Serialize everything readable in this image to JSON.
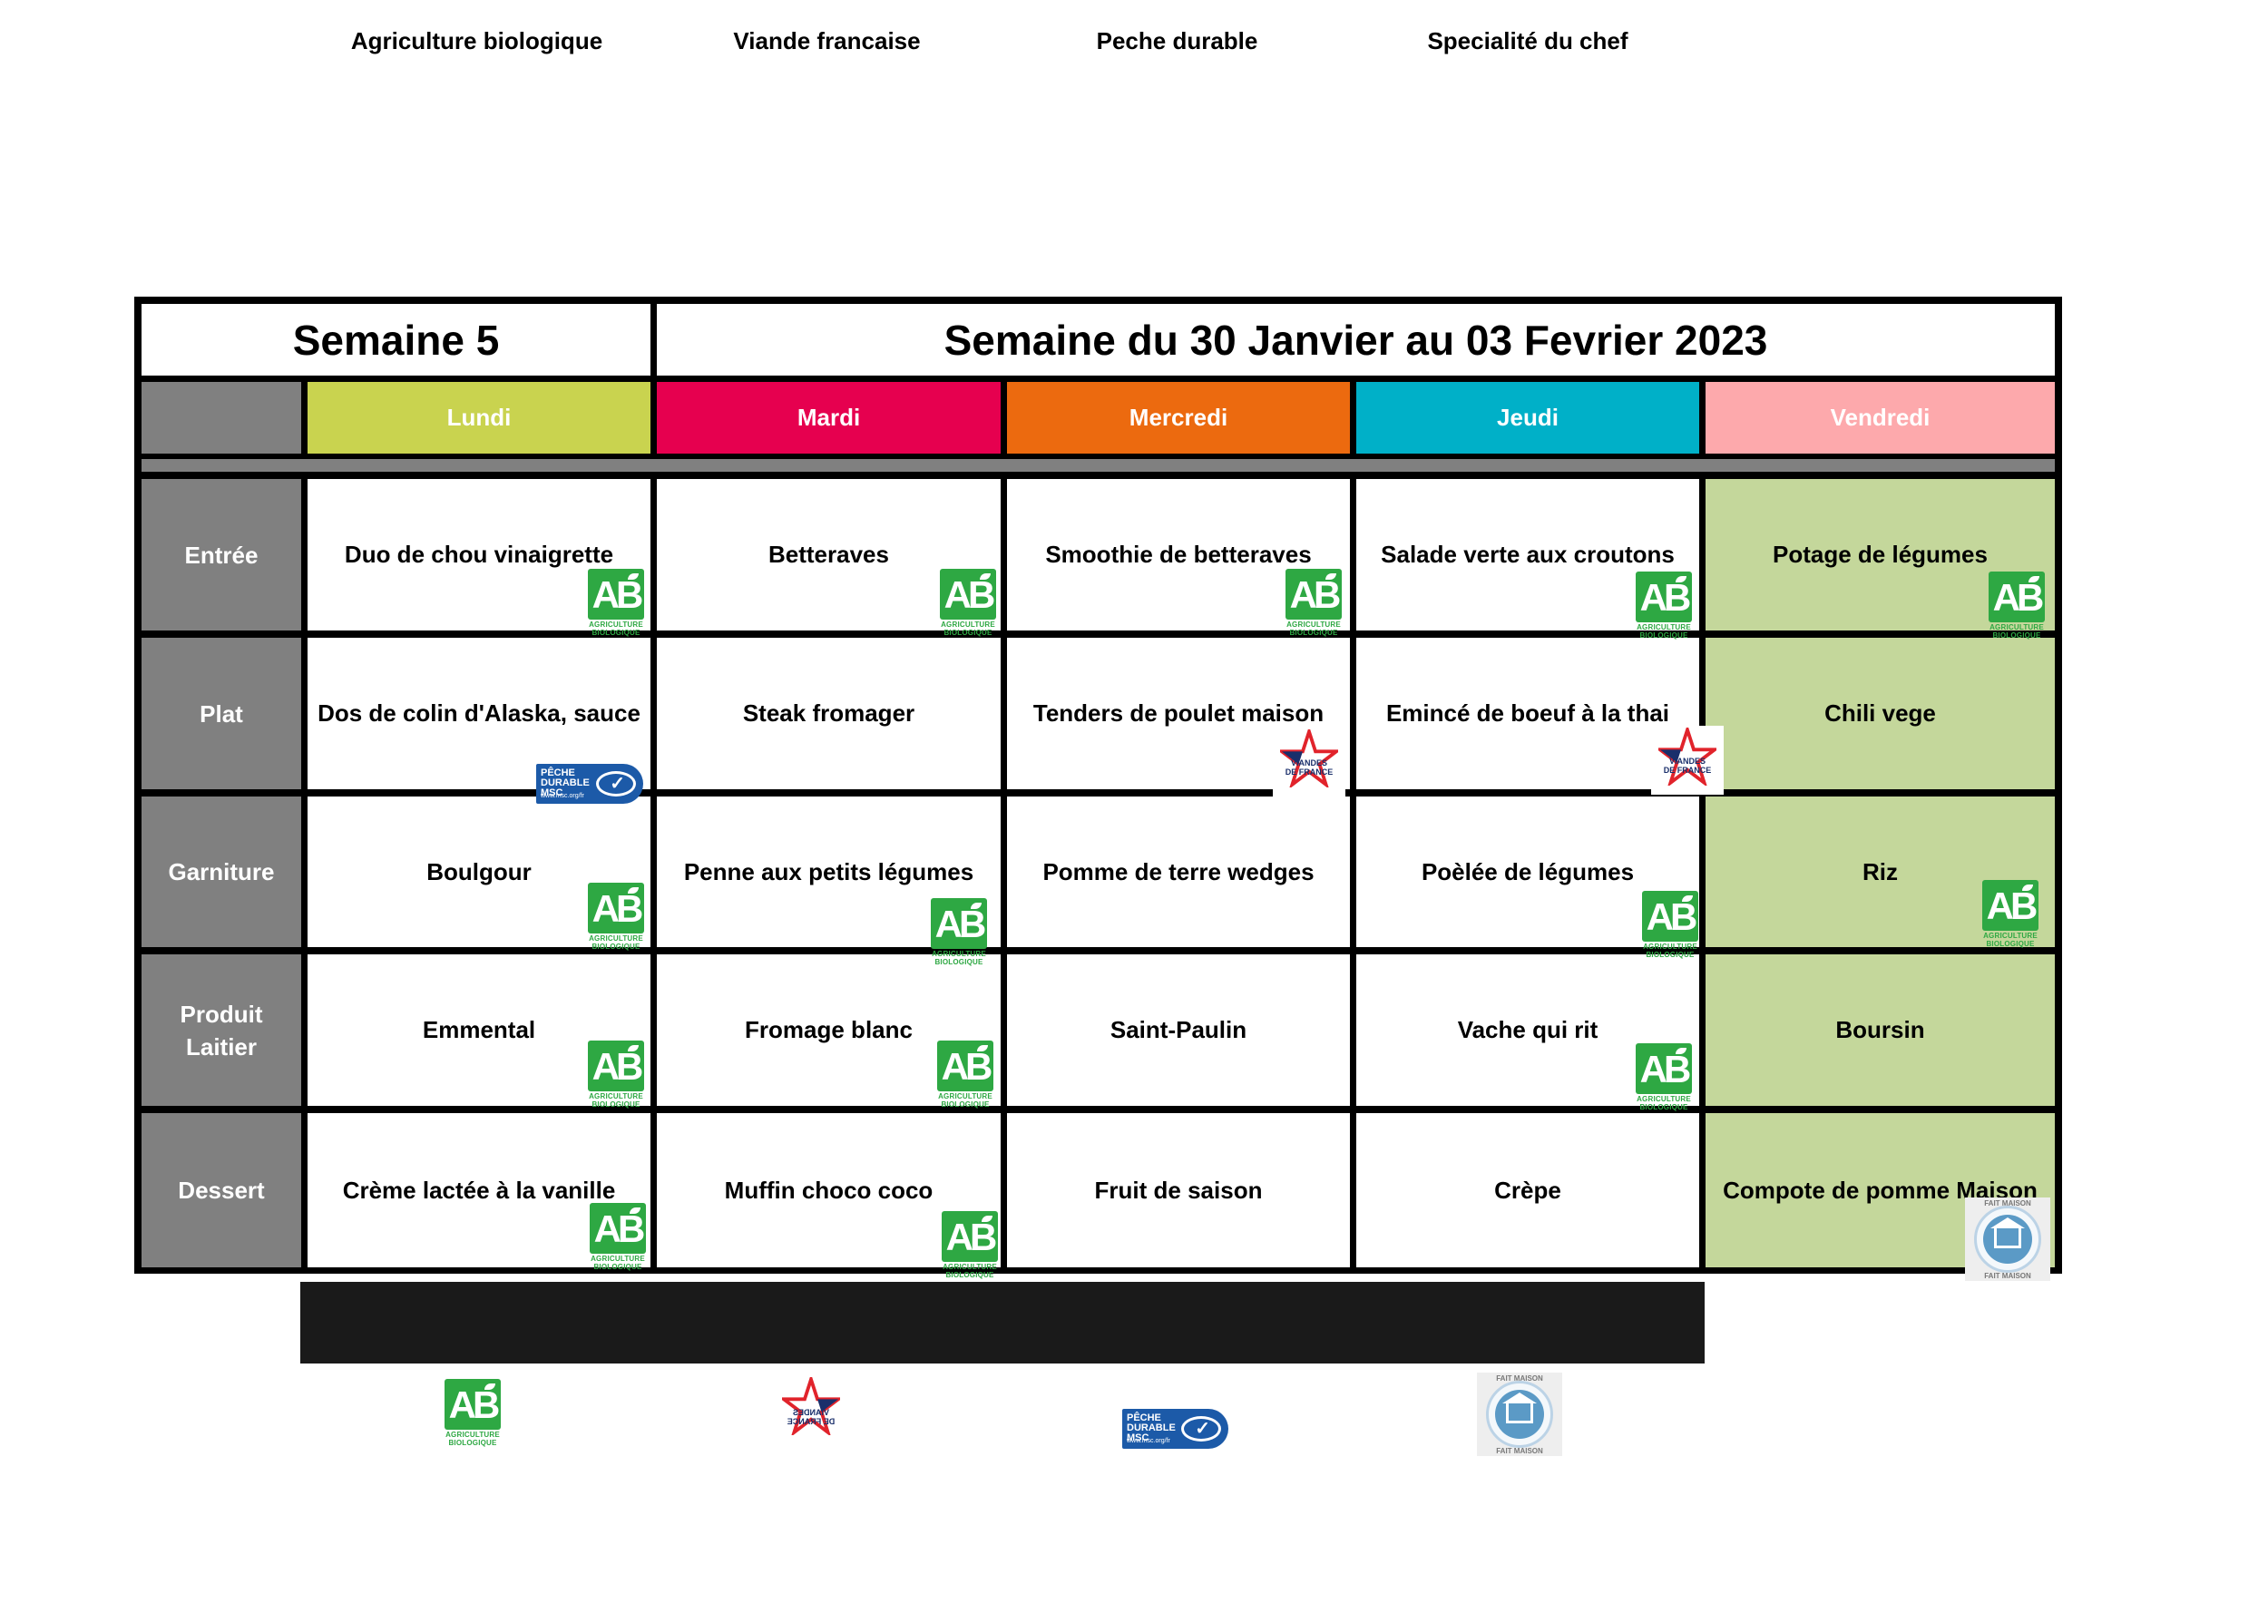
{
  "header": {
    "week_label": "Semaine 5",
    "week_range": "Semaine du 30 Janvier au 03 Fevrier 2023"
  },
  "days": [
    {
      "label": "Lundi",
      "color": "#c9d34f"
    },
    {
      "label": "Mardi",
      "color": "#e6004f"
    },
    {
      "label": "Mercredi",
      "color": "#ec6a0f"
    },
    {
      "label": "Jeudi",
      "color": "#00b0c8"
    },
    {
      "label": "Vendredi",
      "color": "#fda9ac"
    }
  ],
  "rows": [
    {
      "label": "Entrée",
      "items": [
        "Duo de chou vinaigrette",
        "Betteraves",
        "Smoothie de betteraves",
        "Salade verte aux croutons",
        "Potage de légumes"
      ]
    },
    {
      "label": "Plat",
      "items": [
        "Dos de colin d'Alaska, sauce",
        "Steak fromager",
        "Tenders de poulet  maison",
        "Emincé de boeuf à la thai",
        "Chili vege"
      ]
    },
    {
      "label": "Garniture",
      "items": [
        "Boulgour",
        "Penne aux petits légumes",
        "Pomme de terre wedges",
        "Poèlée de légumes",
        "Riz"
      ]
    },
    {
      "label": "Produit Laitier",
      "label_line1": "Produit",
      "label_line2": "Laitier",
      "items": [
        "Emmental",
        "Fromage blanc",
        "Saint-Paulin",
        "Vache qui rit",
        "Boursin"
      ]
    },
    {
      "label": "Dessert",
      "items": [
        "Crème lactée à la vanille",
        "Muffin choco coco",
        "Fruit de saison",
        "Crèpe",
        "Compote de pomme Maison"
      ]
    }
  ],
  "colors": {
    "row_label_bg": "#808080",
    "friday_bg": "#c4d79b",
    "ab_green": "#2ea843",
    "msc_blue": "#1c5aa8"
  },
  "logos": {
    "ab": {
      "letters": "AB",
      "sub1": "AGRICULTURE",
      "sub2": "BIOLOGIQUE",
      "icon": "ab-organic-icon"
    },
    "msc": {
      "line1": "PÊCHE",
      "line2": "DURABLE",
      "line3": "MSC",
      "url": "www.msc.org/fr",
      "icon": "msc-sustainable-fishing-icon"
    },
    "vf": {
      "line1": "VIANDES",
      "line2": "DE FRANCE",
      "icon": "viandes-de-france-icon"
    },
    "fm": {
      "text": "FAIT MAISON",
      "icon": "fait-maison-icon"
    }
  },
  "legend": [
    {
      "label": "Agriculture biologique"
    },
    {
      "label": "Viande francaise"
    },
    {
      "label": "Peche durable"
    },
    {
      "label": "Specialité du chef"
    }
  ]
}
